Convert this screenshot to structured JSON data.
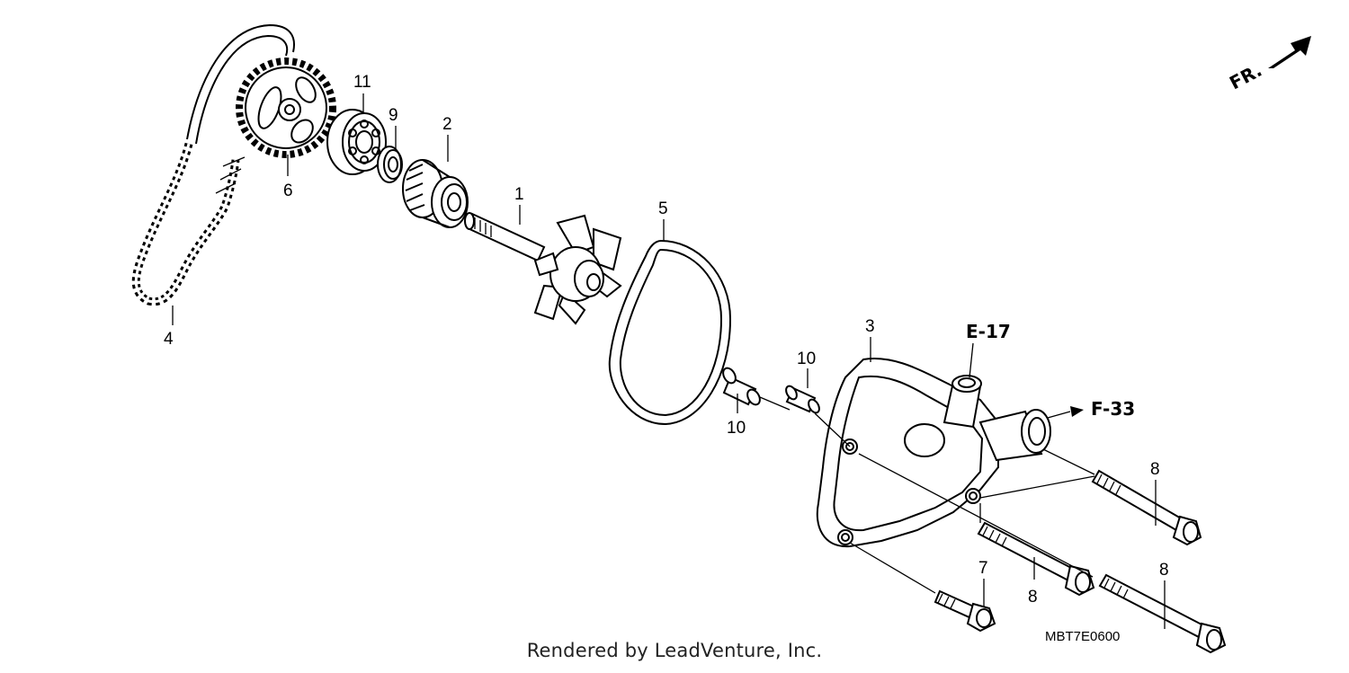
{
  "diagram": {
    "callouts": {
      "c1": "1",
      "c2": "2",
      "c3": "3",
      "c4": "4",
      "c5": "5",
      "c6": "6",
      "c7": "7",
      "c8a": "8",
      "c8b": "8",
      "c8c": "8",
      "c9": "9",
      "c10a": "10",
      "c10b": "10",
      "c11": "11"
    },
    "references": {
      "e17": "E-17",
      "f33": "F-33"
    },
    "direction_label": "FR.",
    "diagram_code": "MBT7E0600",
    "credit": "Rendered by LeadVenture, Inc."
  }
}
